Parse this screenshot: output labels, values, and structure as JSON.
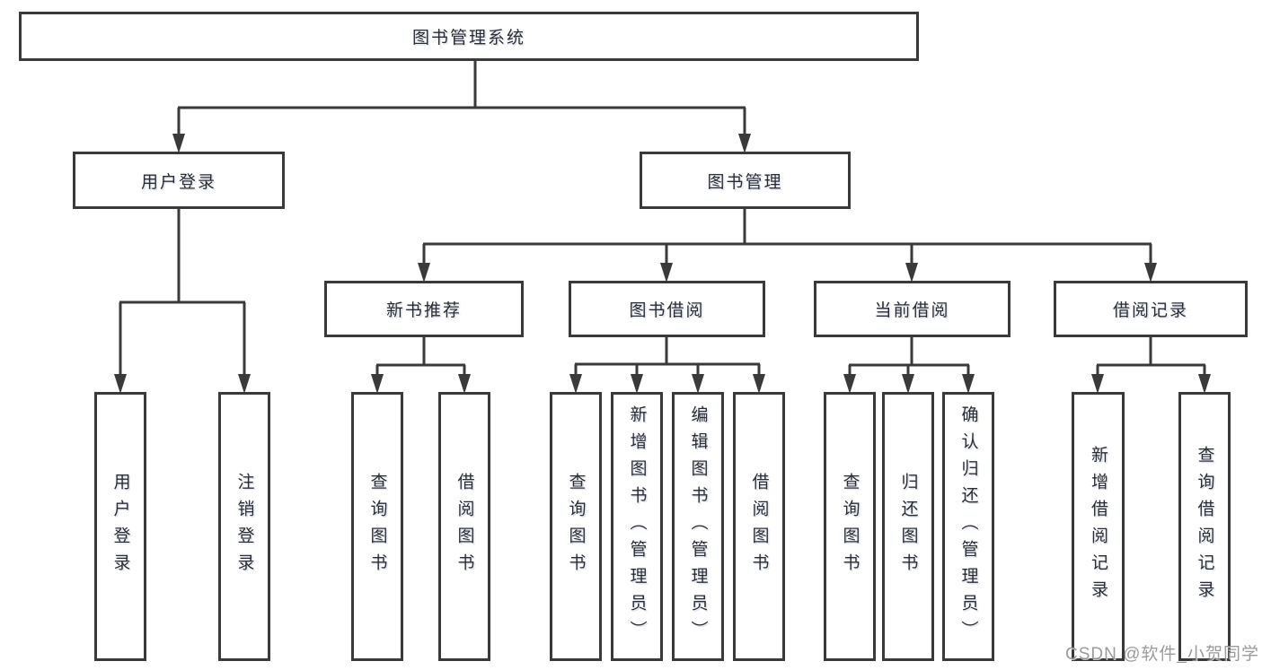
{
  "diagram": {
    "root": {
      "label": "图书管理系统"
    },
    "level2": [
      {
        "label": "用户登录"
      },
      {
        "label": "图书管理"
      }
    ],
    "level3": [
      {
        "label": "新书推荐"
      },
      {
        "label": "图书借阅"
      },
      {
        "label": "当前借阅"
      },
      {
        "label": "借阅记录"
      }
    ],
    "leaves": {
      "user_login": [
        {
          "label": "用户登录"
        },
        {
          "label": "注销登录"
        }
      ],
      "new_books": [
        {
          "label": "查询图书"
        },
        {
          "label": "借阅图书"
        }
      ],
      "book_borrow": [
        {
          "label": "查询图书"
        },
        {
          "label": "新增图书（管理员）"
        },
        {
          "label": "编辑图书（管理员）"
        },
        {
          "label": "借阅图书"
        }
      ],
      "current_borrow": [
        {
          "label": "查询图书"
        },
        {
          "label": "归还图书"
        },
        {
          "label": "确认归还（管理员）"
        }
      ],
      "borrow_records": [
        {
          "label": "新增借阅记录"
        },
        {
          "label": "查询借阅记录"
        }
      ]
    }
  },
  "watermark": "CSDN @软件_小贺同学",
  "colors": {
    "line": "#3a3a3a",
    "text": "#2c2c2c",
    "background": "#ffffff",
    "watermark": "#8a8a8a"
  }
}
